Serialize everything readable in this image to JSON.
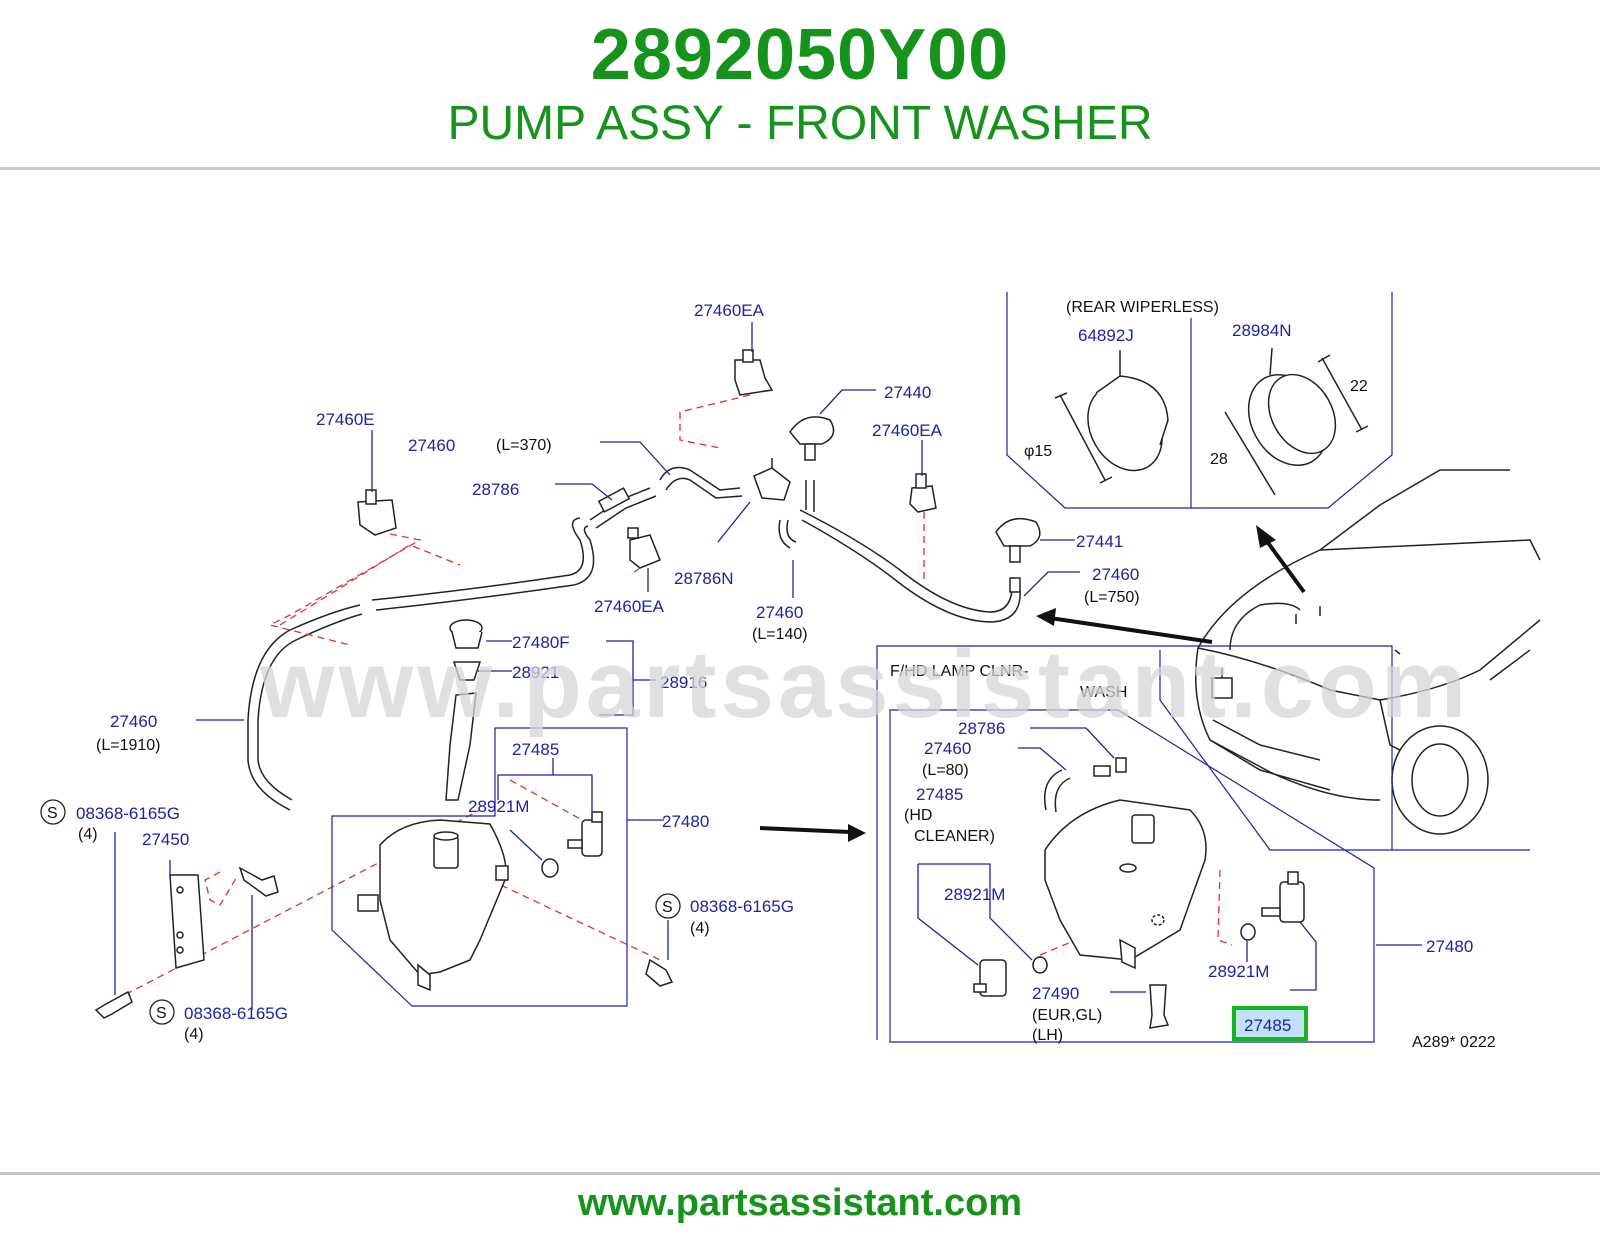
{
  "header": {
    "part_number": "2892050Y00",
    "part_name": "PUMP ASSY - FRONT WASHER"
  },
  "watermark": "www.partsassistant.com",
  "footer": {
    "url": "www.partsassistant.com"
  },
  "callouts": {
    "c27460EA_top": "27460EA",
    "c27460E": "27460E",
    "c27460_a": "27460",
    "len370": "(L=370)",
    "c28786": "28786",
    "c27440": "27440",
    "c27460EA_mid": "27460EA",
    "c27460EA_bot": "27460EA",
    "c28786N": "28786N",
    "c27460_b": "27460",
    "len140": "(L=140)",
    "c27441": "27441",
    "c27460_c": "27460",
    "len750": "(L=750)",
    "c27480F": "27480F",
    "c28921": "28921",
    "c28916": "28916",
    "c27460_d": "27460",
    "len1910": "(L=1910)",
    "c27485_a": "27485",
    "c28921M_a": "28921M",
    "c27480_a": "27480",
    "s_symbol": "S",
    "bolt_a": "08368-6165G",
    "bolt_a_qty": "(4)",
    "c27450": "27450",
    "bolt_b": "08368-6165G",
    "bolt_b_qty": "(4)",
    "bolt_c": "08368-6165G",
    "bolt_c_qty": "(4)"
  },
  "rear_inset": {
    "title": "(REAR   WIPERLESS)",
    "c64892J": "64892J",
    "c28984N": "28984N",
    "dim_phi": "φ15",
    "dim_22": "22",
    "dim_28": "28"
  },
  "hd_inset": {
    "title_line1": "F/HD   LAMP   CLNR-",
    "title_line2": "WASH",
    "c28786": "28786",
    "c27460": "27460",
    "len80": "(L=80)",
    "c27485_hd": "27485",
    "hd_line1": "(HD",
    "hd_line2": "CLEANER)",
    "c28921M_l": "28921M",
    "c28921M_r": "28921M",
    "c27490": "27490",
    "eur_gl": "(EUR,GL)",
    "lh": "(LH)",
    "c27480": "27480",
    "c27485_hl": "27485"
  },
  "diagram_code": "A289*   0222",
  "colors": {
    "brand_green": "#15931a",
    "callout_blue": "#1d22a8",
    "highlight_green": "#19b31e",
    "highlight_fill": "#bfe3f5",
    "leader_red": "#e03030"
  }
}
